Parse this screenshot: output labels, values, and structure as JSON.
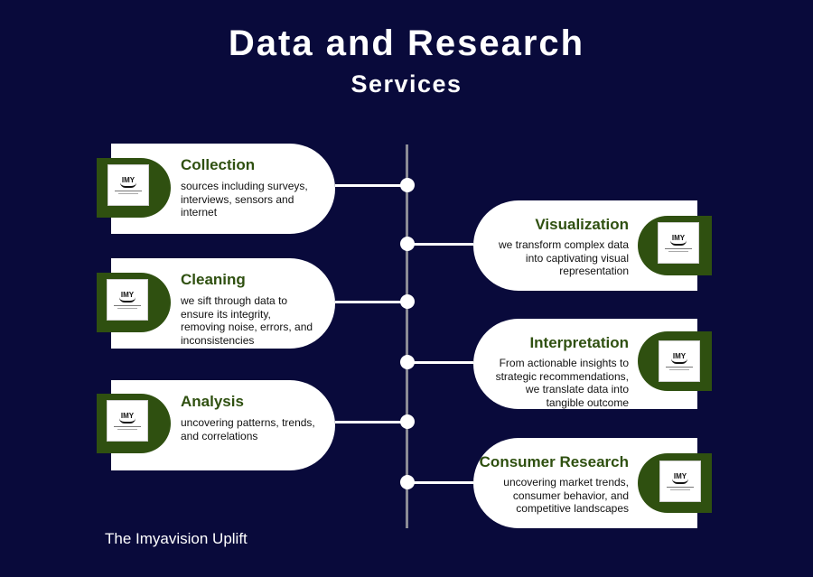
{
  "header": {
    "title": "Data and Research",
    "subtitle": "Services"
  },
  "logo": {
    "mark": "IMY"
  },
  "left_items": [
    {
      "title": "Collection",
      "description": "sources including surveys,\ninterviews, sensors and\ninternet"
    },
    {
      "title": "Cleaning",
      "description": "we sift through data to\nensure its integrity,\nremoving noise, errors, and\ninconsistencies"
    },
    {
      "title": "Analysis",
      "description": "uncovering patterns, trends,\nand correlations"
    }
  ],
  "right_items": [
    {
      "title": "Visualization",
      "description": "we transform complex data\ninto captivating visual\nrepresentation"
    },
    {
      "title": "Interpretation",
      "description": "From actionable insights to\nstrategic recommendations,\nwe translate data into\ntangible outcome"
    },
    {
      "title": "Consumer Research",
      "description": "uncovering market trends,\nconsumer behavior, and\ncompetitive landscapes"
    }
  ],
  "footer": {
    "text": "The Imyavision Uplift"
  },
  "colors": {
    "background": "#090a3b",
    "accent": "#2f5010",
    "card": "#ffffff",
    "timeline": "#8b8b95"
  }
}
